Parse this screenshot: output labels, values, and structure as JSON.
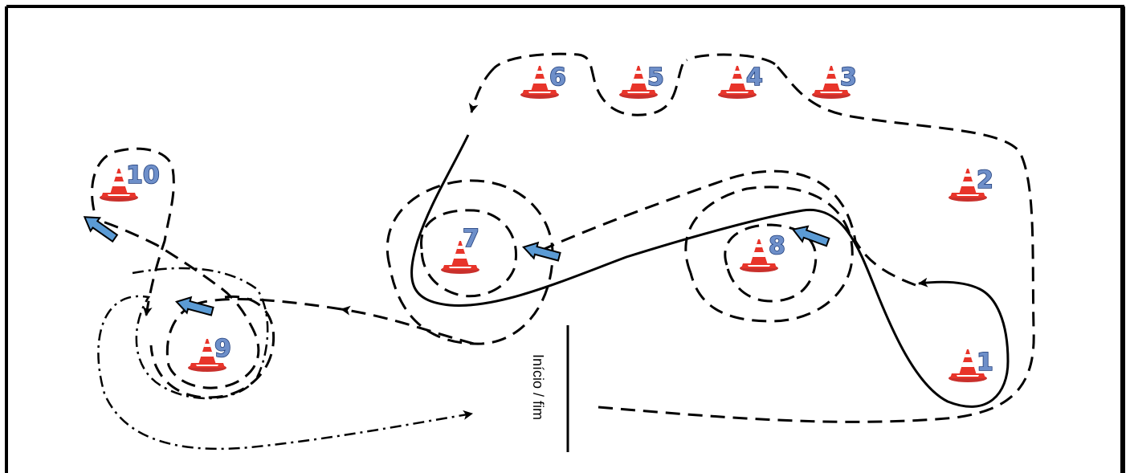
{
  "start_label": "Início / fim",
  "cones": [
    {
      "id": "1",
      "label": "1"
    },
    {
      "id": "2",
      "label": "2"
    },
    {
      "id": "3",
      "label": "3"
    },
    {
      "id": "4",
      "label": "4"
    },
    {
      "id": "5",
      "label": "5"
    },
    {
      "id": "6",
      "label": "6"
    },
    {
      "id": "7",
      "label": "7"
    },
    {
      "id": "8",
      "label": "8"
    },
    {
      "id": "9",
      "label": "9"
    },
    {
      "id": "10",
      "label": "10"
    }
  ],
  "colors": {
    "cone_red": "#e8342a",
    "cone_white": "#ffffff",
    "number_fill": "#6e8fc9",
    "number_outline": "#1f3d7a",
    "direction_arrow": "#5b9bd5",
    "path_line": "#000000"
  },
  "line_styles": [
    "solid",
    "dashed",
    "dash-dot"
  ]
}
